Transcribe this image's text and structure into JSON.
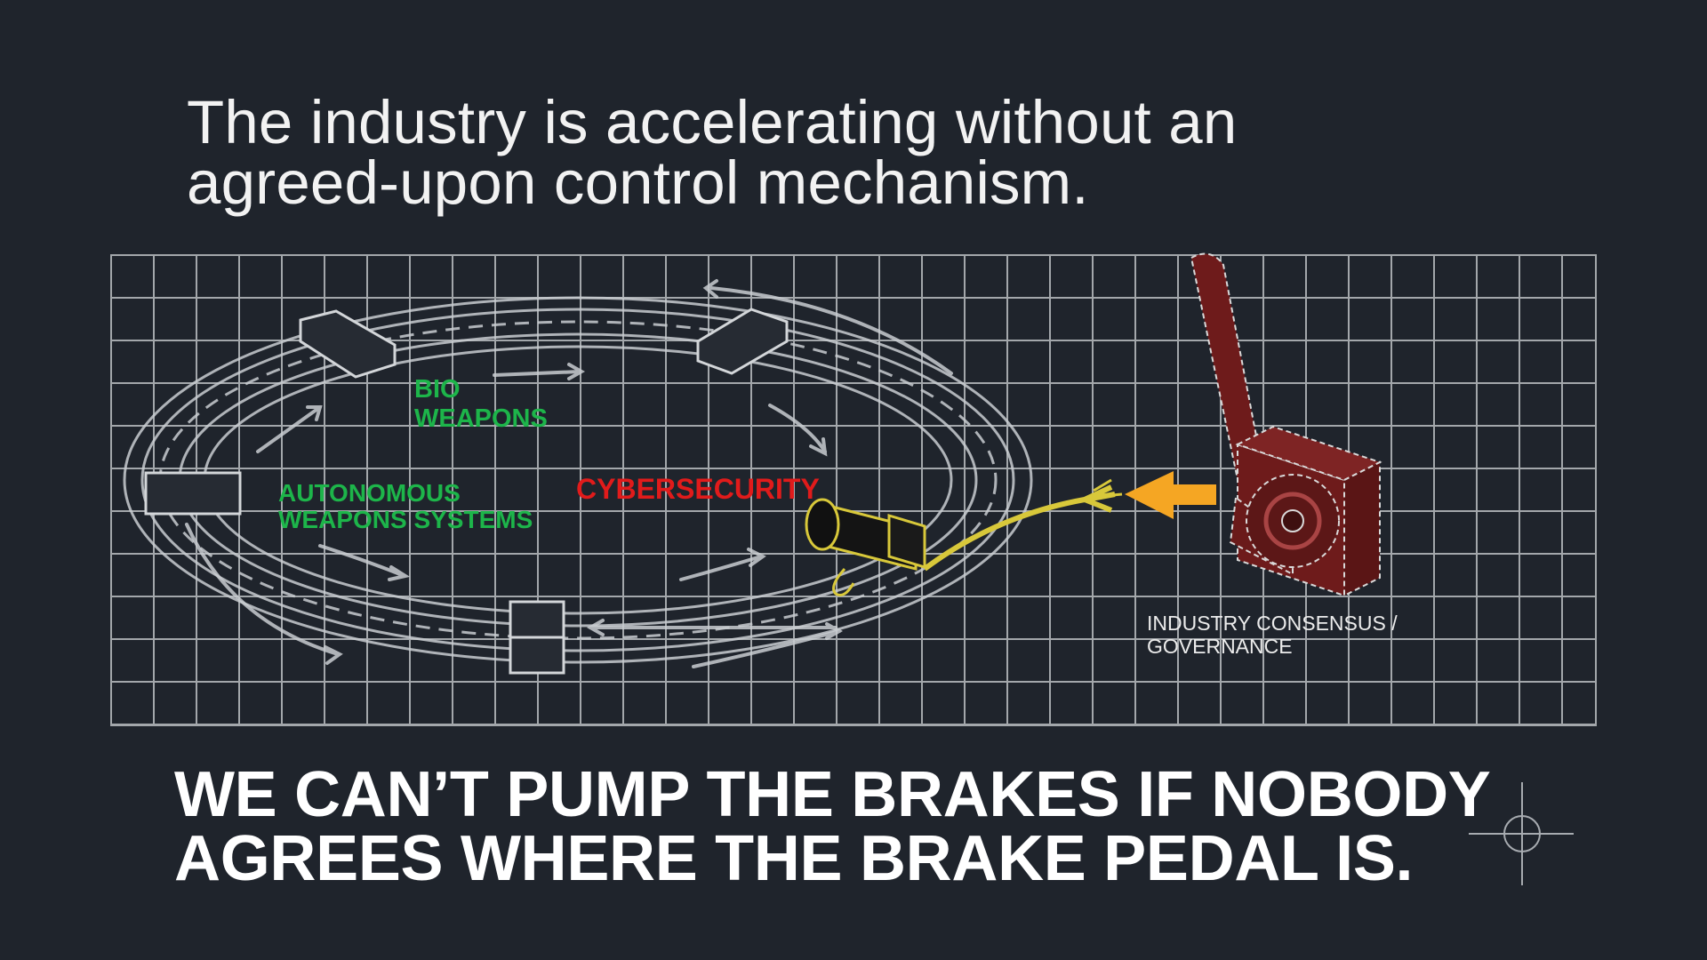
{
  "headline": {
    "line1": "The industry is accelerating without an",
    "line2": "agreed-upon control mechanism."
  },
  "labels": {
    "bio_line1": "BIO",
    "bio_line2": "WEAPONS",
    "autonomous_line1": "AUTONOMOUS",
    "autonomous_line2": "WEAPONS SYSTEMS",
    "cyber": "CYBERSECURITY",
    "governance_line1": "INDUSTRY CONSENSUS  /",
    "governance_line2": "GOVERNANCE"
  },
  "footer": {
    "line1": "WE CAN’T PUMP THE BRAKES IF NOBODY",
    "line2": "AGREES WHERE THE BRAKE PEDAL IS."
  },
  "colors": {
    "background": "#1f242c",
    "grid": "#cfd3d6",
    "risk_green": "#1db54a",
    "risk_red": "#e11b1b",
    "arrow_orange": "#f5a623",
    "connector_yellow": "#d8c83a",
    "lever_red": "#6e1b1b"
  },
  "icons": [
    "crosshair-icon",
    "orange-arrow-icon",
    "brake-lever-icon",
    "cable-connector-icon"
  ]
}
